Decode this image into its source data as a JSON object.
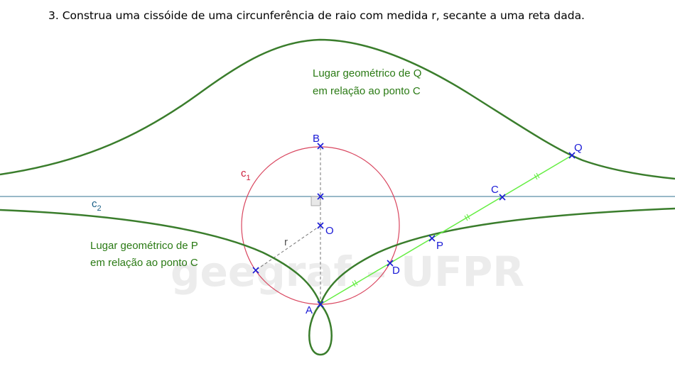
{
  "title": "3. Construa uma cissóide de uma circunferência de raio com medida r, secante a uma reta dada.",
  "watermark": "geegraf – UFPR",
  "labels": {
    "B": "B",
    "O": "O",
    "A": "A",
    "D": "D",
    "P": "P",
    "C": "C",
    "Q": "Q",
    "r": "r",
    "c1_main": "c",
    "c1_sub": "1",
    "c2_main": "c",
    "c2_sub": "2"
  },
  "locus_q": {
    "line1": "Lugar geométrico de Q",
    "line2": "em relação ao ponto C"
  },
  "locus_p": {
    "line1": "Lugar geométrico de P",
    "line2": "em relação ao ponto C"
  },
  "colors": {
    "curve": "#3a7d2c",
    "circle": "#d9465f",
    "line_c2": "#5b8fa8",
    "segment": "#66ee44",
    "points": "#1a1ad6"
  }
}
